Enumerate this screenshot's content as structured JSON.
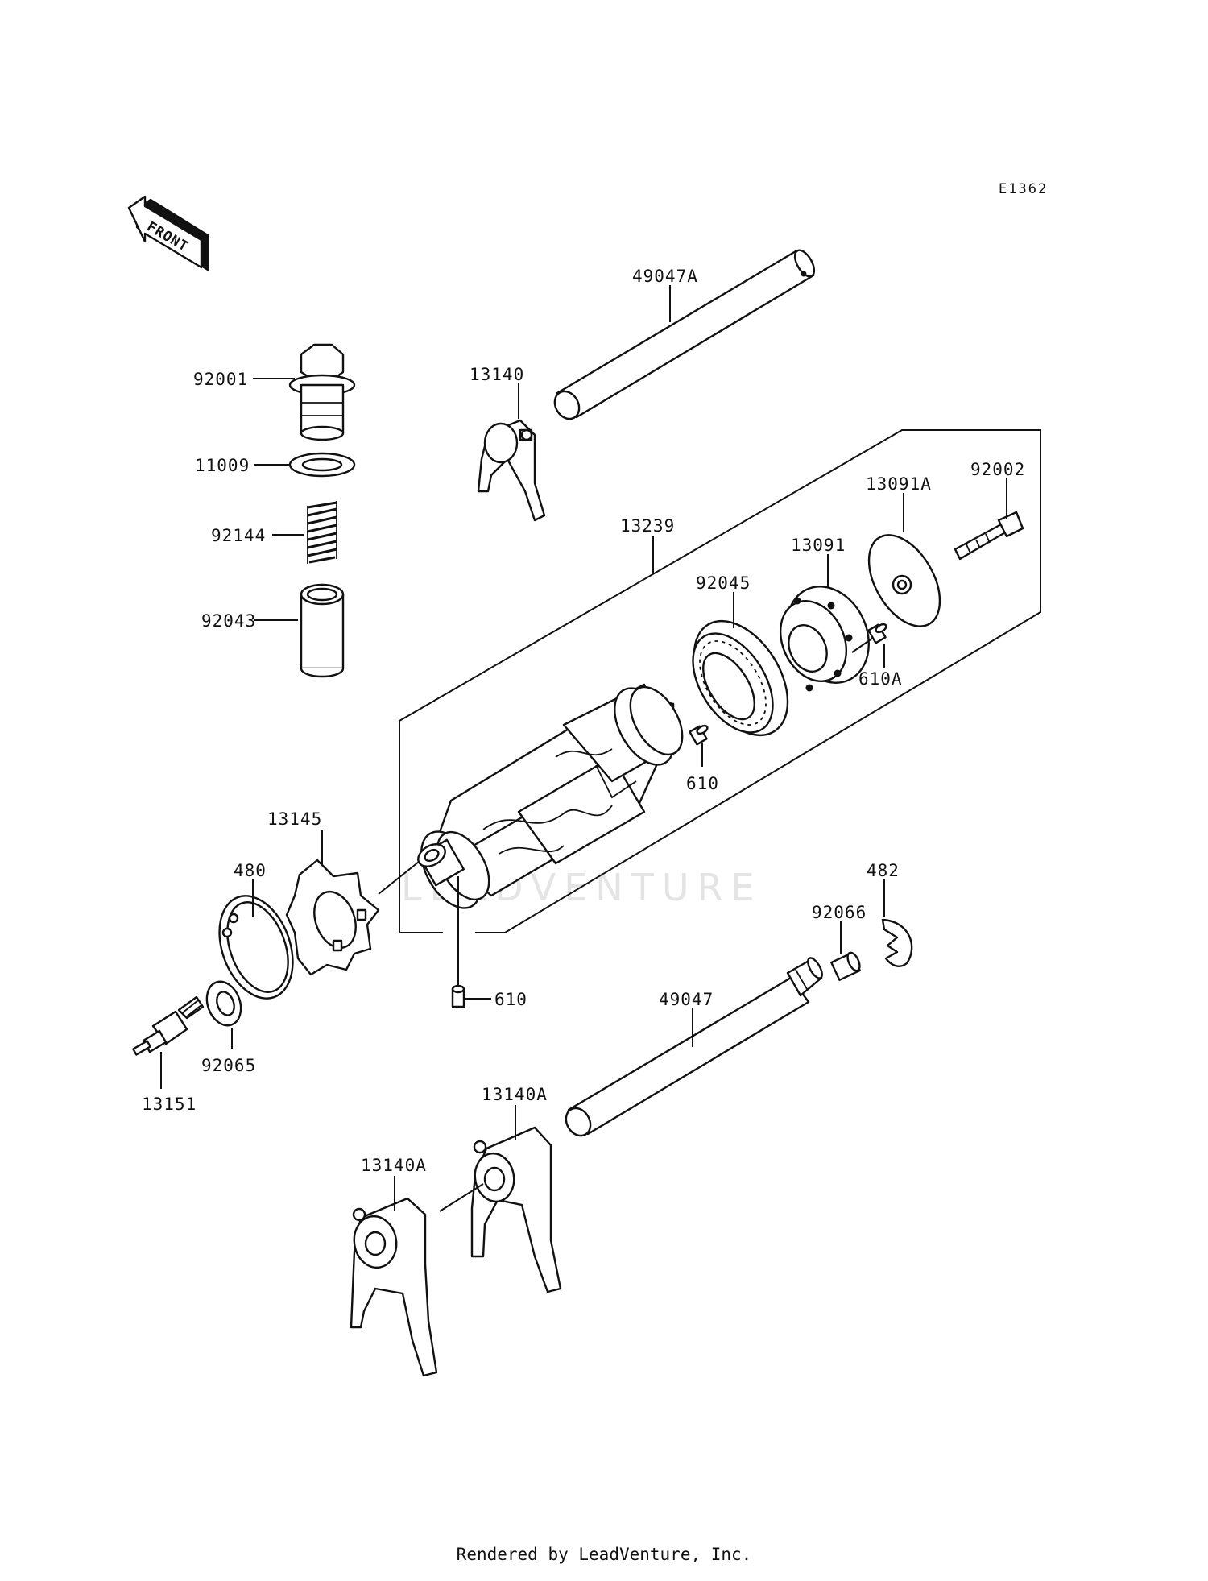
{
  "diagram": {
    "ref_code": "E1362",
    "front_label": "FRONT",
    "watermark": "LEADVENTURE",
    "labels": {
      "p49047A": "49047A",
      "p13140": "13140",
      "p92001": "92001",
      "p11009": "11009",
      "p92144": "92144",
      "p92043": "92043",
      "p13239": "13239",
      "p13091A": "13091A",
      "p92002": "92002",
      "p13091": "13091",
      "p92045": "92045",
      "p610A": "610A",
      "p610_upper": "610",
      "p13145": "13145",
      "p480": "480",
      "p610_lower": "610",
      "p482": "482",
      "p92066": "92066",
      "p49047": "49047",
      "p92065": "92065",
      "p13151": "13151",
      "p13140A_right": "13140A",
      "p13140A_left": "13140A"
    }
  },
  "footer": {
    "credit": "Rendered by LeadVenture, Inc."
  }
}
